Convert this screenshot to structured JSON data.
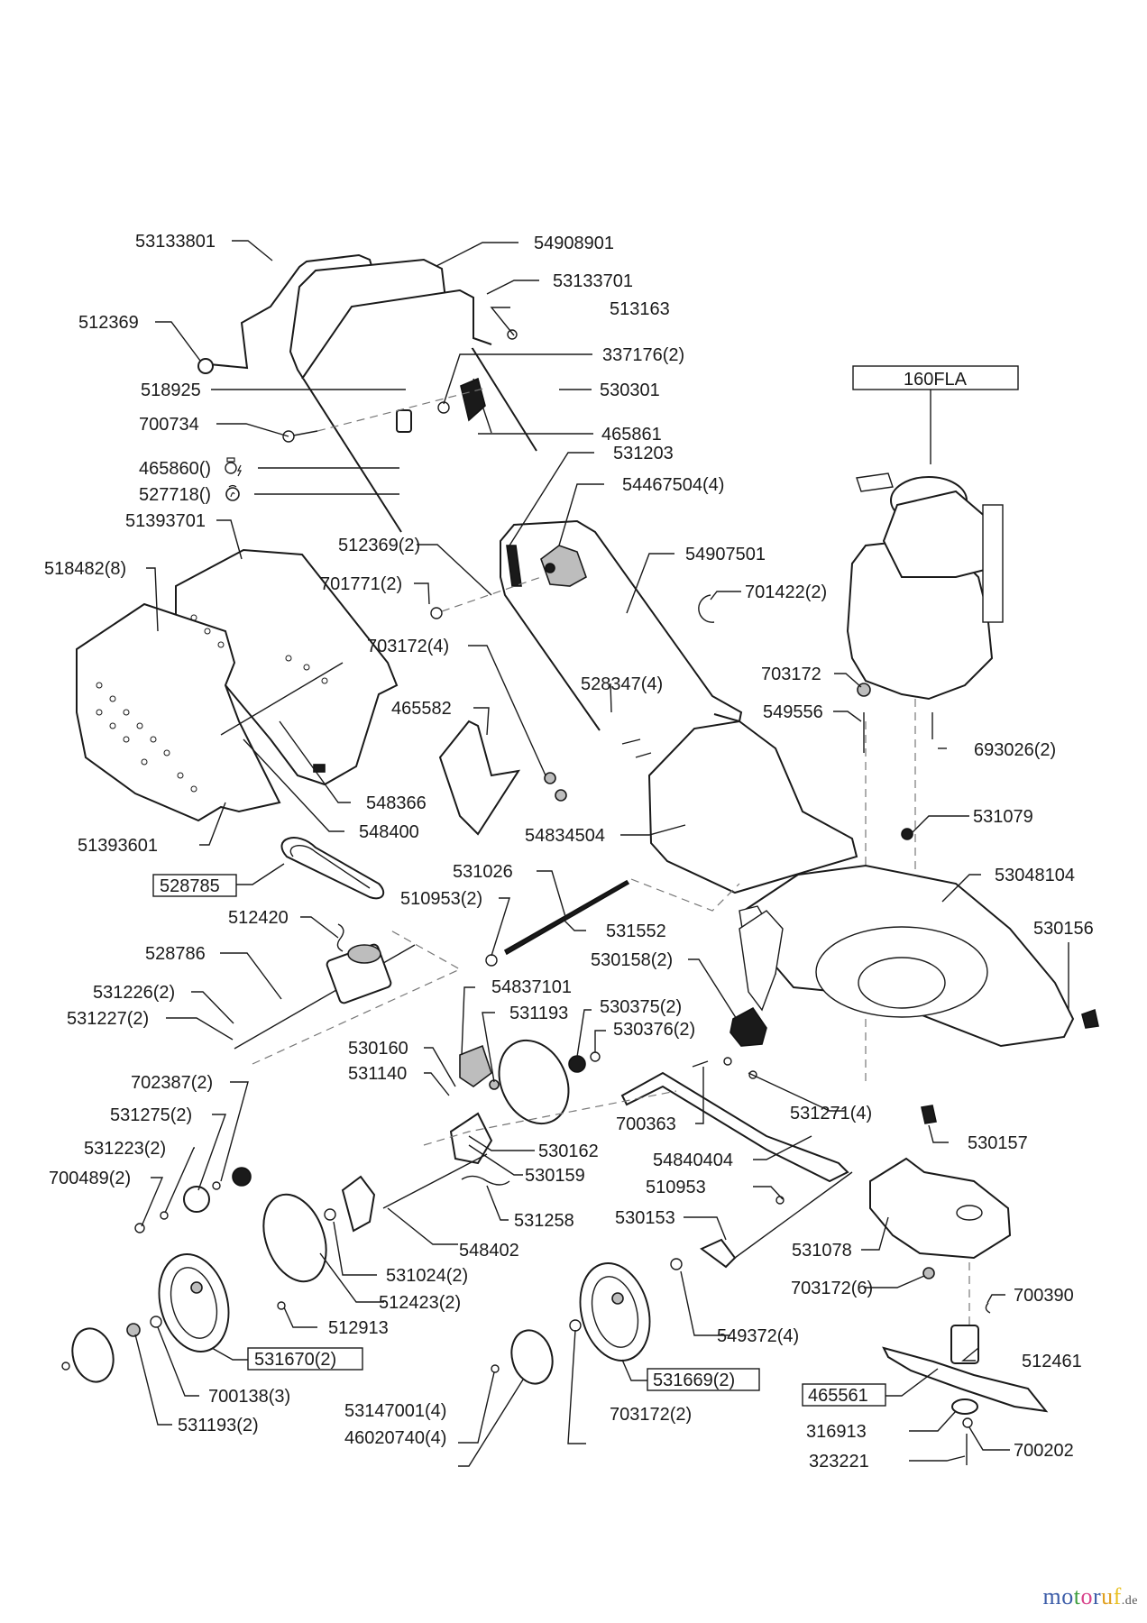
{
  "diagram": {
    "title": "Lawn mower exploded parts diagram",
    "engine_label": "160FLA",
    "labels": [
      {
        "id": "l1",
        "text": "53133801"
      },
      {
        "id": "l2",
        "text": "54908901"
      },
      {
        "id": "l3",
        "text": "53133701"
      },
      {
        "id": "l4",
        "text": "512369"
      },
      {
        "id": "l5",
        "text": "513163"
      },
      {
        "id": "l6",
        "text": "337176(2)"
      },
      {
        "id": "l7",
        "text": "518925"
      },
      {
        "id": "l8",
        "text": "530301"
      },
      {
        "id": "l9",
        "text": "700734"
      },
      {
        "id": "l10",
        "text": "465861"
      },
      {
        "id": "l11",
        "text": "465860()"
      },
      {
        "id": "l12",
        "text": "531203"
      },
      {
        "id": "l13",
        "text": "527718()"
      },
      {
        "id": "l14",
        "text": "54467504(4)"
      },
      {
        "id": "l15",
        "text": "51393701"
      },
      {
        "id": "l16",
        "text": "512369(2)"
      },
      {
        "id": "l17",
        "text": "54907501"
      },
      {
        "id": "l18",
        "text": "518482(8)"
      },
      {
        "id": "l19",
        "text": "701771(2)"
      },
      {
        "id": "l20",
        "text": "701422(2)"
      },
      {
        "id": "l21",
        "text": "703172(4)"
      },
      {
        "id": "l22",
        "text": "528347(4)"
      },
      {
        "id": "l23",
        "text": "703172"
      },
      {
        "id": "l24",
        "text": "465582"
      },
      {
        "id": "l25",
        "text": "549556"
      },
      {
        "id": "l26",
        "text": "693026(2)"
      },
      {
        "id": "l27",
        "text": "548366"
      },
      {
        "id": "l28",
        "text": "531079"
      },
      {
        "id": "l29",
        "text": "548400"
      },
      {
        "id": "l30",
        "text": "51393601"
      },
      {
        "id": "l31",
        "text": "54834504"
      },
      {
        "id": "l32",
        "text": "53048104"
      },
      {
        "id": "l33",
        "text": "531026"
      },
      {
        "id": "l34",
        "text": "510953(2)"
      },
      {
        "id": "l35",
        "text": "531552"
      },
      {
        "id": "l36",
        "text": "512420"
      },
      {
        "id": "l37",
        "text": "530156"
      },
      {
        "id": "l38",
        "text": "528786"
      },
      {
        "id": "l39",
        "text": "530158(2)"
      },
      {
        "id": "l40",
        "text": "54837101"
      },
      {
        "id": "l41",
        "text": "531226(2)"
      },
      {
        "id": "l42",
        "text": "531193"
      },
      {
        "id": "l43",
        "text": "530375(2)"
      },
      {
        "id": "l44",
        "text": "531227(2)"
      },
      {
        "id": "l45",
        "text": "530376(2)"
      },
      {
        "id": "l46",
        "text": "530160"
      },
      {
        "id": "l47",
        "text": "531140"
      },
      {
        "id": "l48",
        "text": "702387(2)"
      },
      {
        "id": "l49",
        "text": "531271(4)"
      },
      {
        "id": "l50",
        "text": "531275(2)"
      },
      {
        "id": "l51",
        "text": "700363"
      },
      {
        "id": "l52",
        "text": "531223(2)"
      },
      {
        "id": "l53",
        "text": "530162"
      },
      {
        "id": "l54",
        "text": "530157"
      },
      {
        "id": "l55",
        "text": "54840404"
      },
      {
        "id": "l56",
        "text": "700489(2)"
      },
      {
        "id": "l57",
        "text": "530159"
      },
      {
        "id": "l58",
        "text": "510953"
      },
      {
        "id": "l59",
        "text": "531258"
      },
      {
        "id": "l60",
        "text": "530153"
      },
      {
        "id": "l61",
        "text": "548402"
      },
      {
        "id": "l62",
        "text": "531078"
      },
      {
        "id": "l63",
        "text": "531024(2)"
      },
      {
        "id": "l64",
        "text": "703172(6)"
      },
      {
        "id": "l65",
        "text": "700390"
      },
      {
        "id": "l66",
        "text": "512423(2)"
      },
      {
        "id": "l67",
        "text": "512913"
      },
      {
        "id": "l68",
        "text": "549372(4)"
      },
      {
        "id": "l69",
        "text": "512461"
      },
      {
        "id": "l70",
        "text": "700138(3)"
      },
      {
        "id": "l71",
        "text": "53147001(4)"
      },
      {
        "id": "l72",
        "text": "703172(2)"
      },
      {
        "id": "l73",
        "text": "316913"
      },
      {
        "id": "l74",
        "text": "531193(2)"
      },
      {
        "id": "l75",
        "text": "46020740(4)"
      },
      {
        "id": "l76",
        "text": "700202"
      },
      {
        "id": "l77",
        "text": "323221"
      }
    ],
    "boxed_labels": [
      {
        "id": "b1",
        "text": "528785"
      },
      {
        "id": "b2",
        "text": "531670(2)"
      },
      {
        "id": "b3",
        "text": "531669(2)"
      },
      {
        "id": "b4",
        "text": "465561"
      }
    ],
    "symbol_icons": [
      {
        "for": "465860",
        "icon": "engine-electric-start-icon"
      },
      {
        "for": "527718",
        "icon": "recoil-start-icon"
      }
    ]
  },
  "watermark": {
    "letters": [
      "m",
      "o",
      "t",
      "o",
      "r",
      "u",
      "f"
    ],
    "colors": [
      "#3b5ca8",
      "#3b5ca8",
      "#3e9e3e",
      "#d8418a",
      "#3b5ca8",
      "#e0a020",
      "#e8c020"
    ],
    "suffix": ".de"
  }
}
